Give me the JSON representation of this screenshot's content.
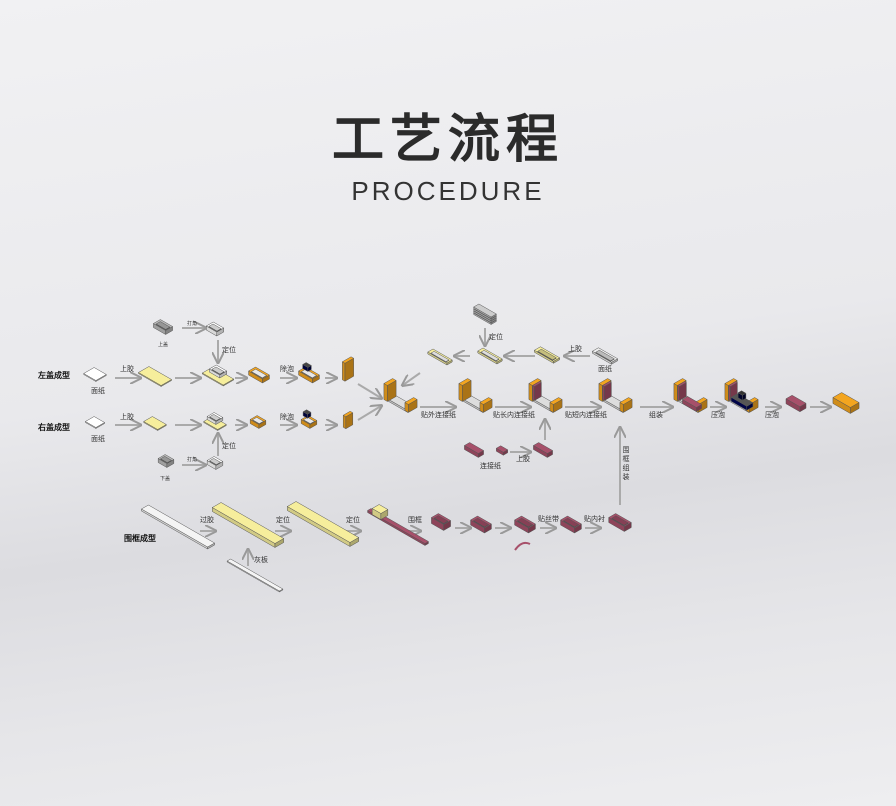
{
  "title": "工艺流程",
  "subtitle": "PROCEDURE",
  "colors": {
    "paper": "#ffffff",
    "glue": "#f6ee9c",
    "board": "#f3a51f",
    "lining": "#a7506a",
    "outline": "#555555"
  },
  "left_cover": {
    "name": "左盖成型",
    "face_paper": "面纸",
    "glue": "上胶",
    "lid": "上盖",
    "corner": "打角",
    "position": "定位",
    "defoam": "除泡"
  },
  "right_cover": {
    "name": "右盖成型",
    "face_paper": "面纸",
    "glue": "上胶",
    "lid": "下盖",
    "corner": "打角",
    "position": "定位",
    "defoam": "除泡"
  },
  "strip": {
    "position": "定位",
    "glue": "上胶",
    "face_paper": "面纸"
  },
  "main": {
    "outer_paper": "贴外连接纸",
    "long_inner": "贴长内连接纸",
    "short_inner": "贴短内连接纸",
    "assemble": "组装",
    "press1": "压泡",
    "press2": "压泡"
  },
  "connector": {
    "paper": "连接纸",
    "glue": "上胶"
  },
  "frame": {
    "name": "围框成型",
    "glue": "过胶",
    "board": "灰板",
    "position1": "定位",
    "position2": "定位",
    "wrap": "围框",
    "ribbon": "贴丝带",
    "lining": "贴内衬",
    "assembly": "围框组装"
  }
}
